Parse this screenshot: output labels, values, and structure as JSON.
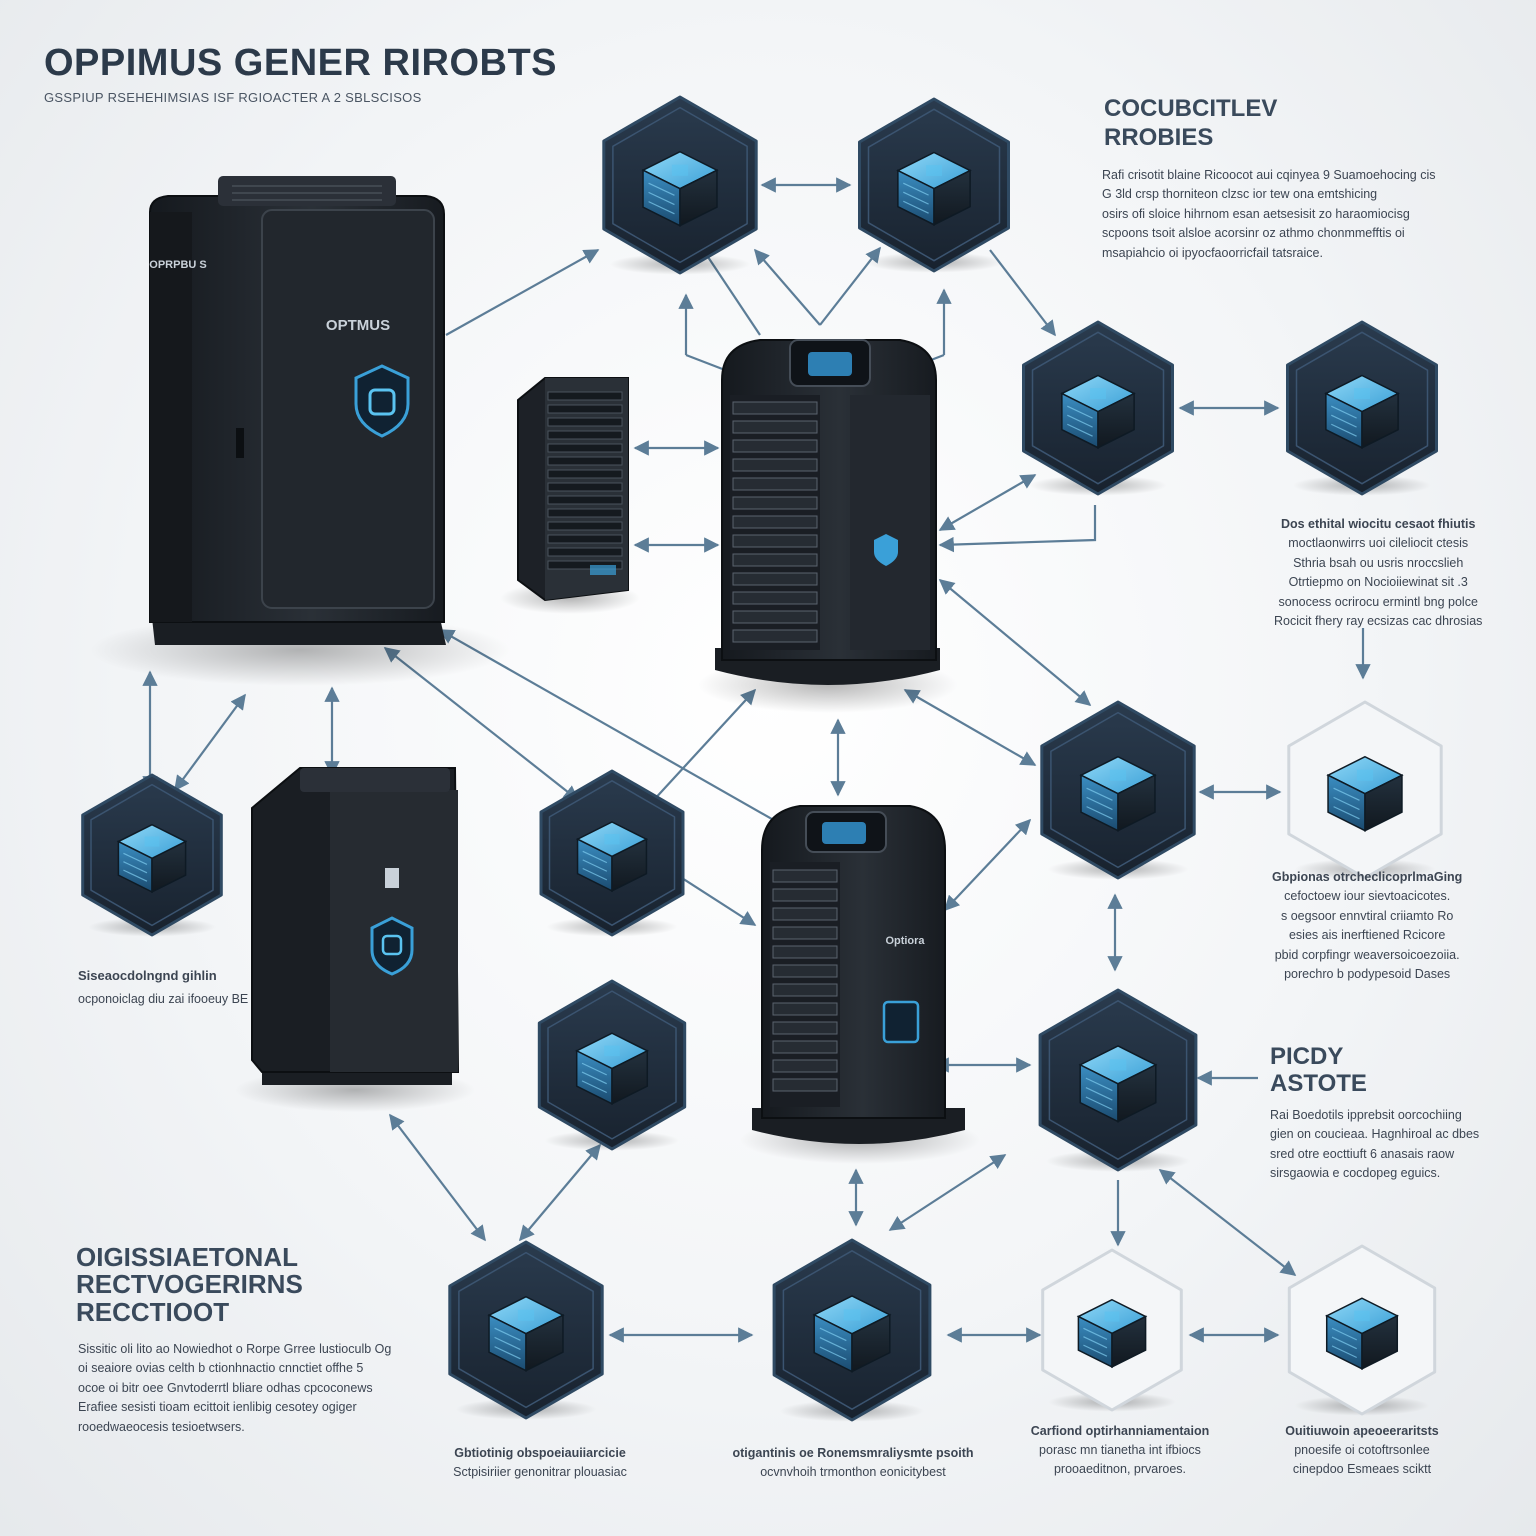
{
  "header": {
    "title": "OPPIMUS GENER RIROBTS",
    "subtitle": "GSSPIUP RSEHEHIMSIAS ISF RGIOACTER A 2  SBLSCISOS"
  },
  "blocks": {
    "top_right": {
      "heading": [
        "COCUBCITLEV",
        "RROBIES"
      ],
      "lines": [
        "Rafi crisotit blaine Ricoocot aui cqinyea 9 Suamoehocing cis",
        "G 3ld crsp thorniteon clzsc ior tew ona emtshicing",
        "osirs ofi sloice hihrnom esan aetsesisit zo haraomiocisg",
        "scpoons tsoit alsloe acorsinr oz athmo chonmmefftis oi",
        "msapiahcio oi ipyocfaoorricfail tatsraice."
      ]
    },
    "mid_right": {
      "lines": [
        "Dos ethital wiocitu cesaot fhiutis",
        "moctlaonwirrs uoi cileliocit ctesis",
        "Sthria bsah ou usris nroccslieh",
        "Otrtiepmo on Nocioiiewinat sit .3",
        "sonocess ocrirocu ermintl bng polce",
        "Rocicit fhery ray ecsizas cac dhrosias"
      ]
    },
    "lower_right": {
      "lines": [
        "Gbpionas otrcheclicoprlmaGing",
        "cefoctoew iour sievtoacicotes.",
        "s oegsoor ennvtiral criiamto Ro",
        "esies ais inerftiened Rcicore",
        "pbid corpfingr weaversoicoezoiia.",
        "porechro b podypesoid Dases"
      ]
    },
    "policy": {
      "heading": [
        "PICDY",
        "ASTOTE"
      ],
      "lines": [
        "Rai Boedotils ipprebsit oorcochiing",
        "gien on coucieaa. Hagnhiroal ac dbes",
        "sred otre eocttiuft 6 anasais raow",
        "sirsgaowia e cocdopeg eguics."
      ]
    },
    "left_label": {
      "heading": "Siseaocdolngnd gihlin",
      "line": "ocponoiclag diu zai ifooeuy BE"
    },
    "bottom_left": {
      "heading": [
        "OIGISSIAETONAL",
        "RECTVOGERIRNS",
        "RECCTIOOT"
      ],
      "lines": [
        "Sissitic oli lito ao Nowiedhot o Rorpe Grree lustioculb Og",
        "oi seaiore ovias celth b ctionhnactio cnnctiet offhe 5",
        "ocoe oi bitr oee Gnvtoderrtl bliare odhas cpcoconews",
        "Erafiee sesisti tioam ecittoit ienlibig cesotey ogiger",
        "rooedwaeocesis tesioetwsers."
      ]
    },
    "captions": [
      {
        "lines": [
          "Gbtiotinig obspoeiauiiarcicie",
          "Sctpisiriier genonitrar plouasiac"
        ]
      },
      {
        "lines": [
          "otigantinis oe Ronemsmraliysmte psoith",
          "ocvnvhoih trmonthon eonicitybest"
        ]
      },
      {
        "lines": [
          "Carfiond optirhanniamentaion",
          "porasc mn tianetha int ifbiocs",
          "prooaeditnon, prvaroes."
        ]
      },
      {
        "lines": [
          "Ouitiuwoin apeoeeraritsts",
          "pnoesife oi cotoftrsonlee",
          "cinepdoo Esmeaes sciktt"
        ]
      }
    ],
    "device_labels": {
      "main_server": "OPTMUS",
      "side_tag": "OPRPBU S",
      "tower_tag": "Optiora"
    }
  },
  "colors": {
    "accent": "#3aa0d8",
    "glow": "#5ac3f0",
    "hexagon": "#1f2d3d",
    "hexagon_edge": "#2f4a63",
    "device": "#1e2329",
    "connector": "#5c7d97",
    "title": "#2c3a4a"
  }
}
